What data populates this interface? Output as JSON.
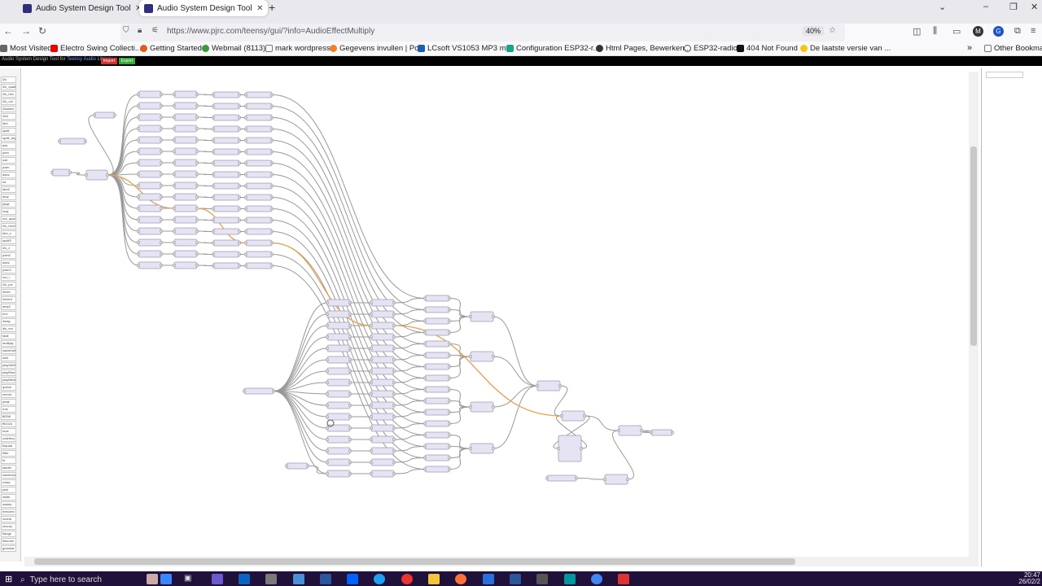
{
  "tabs": [
    {
      "title": "Audio System Design Tool for Te",
      "active": false
    },
    {
      "title": "Audio System Design Tool for Te",
      "active": true
    }
  ],
  "nav": {
    "url": "https://www.pjrc.com/teensy/gui/?info=AudioEffectMultiply",
    "zoom": "40%"
  },
  "bookmarks": [
    {
      "label": "Most Visited",
      "color": "#666"
    },
    {
      "label": "Electro Swing Collecti...",
      "color": "#e00"
    },
    {
      "label": "Getting Started",
      "color": "#e55a1c"
    },
    {
      "label": "Webmail (8113)",
      "color": "#3a9b3a"
    },
    {
      "label": "mark wordpress",
      "color": "#888"
    },
    {
      "label": "Gegevens invullen | Po...",
      "color": "#f47c30"
    },
    {
      "label": "LCsoft VS1053 MP3 m...",
      "color": "#1a5fb4"
    },
    {
      "label": "Configuration ESP32-r...",
      "color": "#17a589"
    },
    {
      "label": "Html Pages, Bewerken...",
      "color": "#333"
    },
    {
      "label": "ESP32-radio",
      "color": "#555"
    },
    {
      "label": "404 Not Found",
      "color": "#111"
    },
    {
      "label": "De laatste versie van ...",
      "color": "#f5c518"
    }
  ],
  "other_bookmarks": "Other Bookmarks",
  "app": {
    "title": "Audio System Design Tool for",
    "subtitle": "Teensy Audio Library",
    "import_label": "Import",
    "export_label": "Export"
  },
  "palette": [
    "i2s",
    "i2s_quad",
    "i2s_hex",
    "i2s_oct",
    "i2sslave",
    "i2s2",
    "tdm",
    "spdif",
    "spdif_async",
    "adc",
    "pdm",
    "usb",
    "pwm",
    "dacs",
    "sd",
    "tdm2",
    "amp",
    "plyqf",
    "mqs",
    "out_quad",
    "i2s_hex2",
    "tdm_x",
    "spdif3",
    "i2s_x",
    "pdm2",
    "adcs",
    "pwm2",
    "out_i",
    "i2s_pcl",
    "mixer",
    "mixer4",
    "amp2",
    "env",
    "delay",
    "dly_ext",
    "fade",
    "multiply",
    "wavefold",
    "sine",
    "playSdWav",
    "playRaw",
    "playMem",
    "queue",
    "record",
    "peak",
    "rms",
    "fft256",
    "fft1024",
    "tone",
    "notefreq",
    "biquad",
    "filter",
    "fir",
    "ladder",
    "waveform",
    "noise",
    "pink",
    "white",
    "sweep",
    "freeverb",
    "reverb",
    "chorus",
    "flange",
    "bitcrush",
    "granular"
  ],
  "taskbar": {
    "search_placeholder": "Type here to search",
    "time": "20:47",
    "date": "26/02/2"
  }
}
